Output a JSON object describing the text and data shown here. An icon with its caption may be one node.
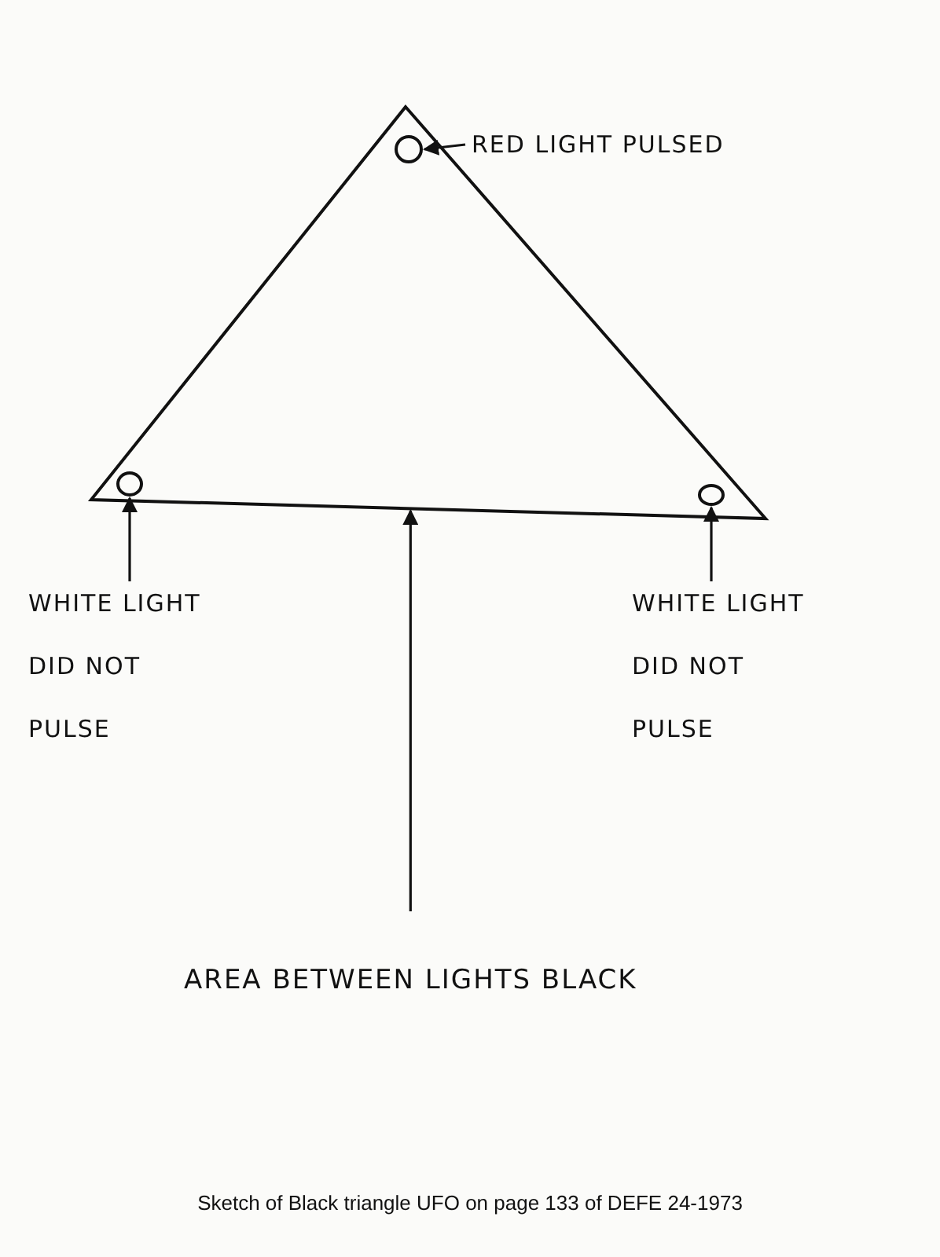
{
  "diagram": {
    "caption": "Sketch of Black triangle UFO on page 133 of DEFE 24-1973",
    "nodes": [
      {
        "text": [],
        "shape": "triangle"
      },
      {
        "text": [],
        "shape": "circle",
        "in": 0
      },
      {
        "text": [],
        "shape": "circle",
        "in": 0
      },
      {
        "text": [],
        "shape": "circle",
        "in": 0
      },
      {
        "text": [
          "RED LIGHT PULSED"
        ]
      },
      {
        "text": [
          "WHITE LIGHT DID NOT PULSE"
        ]
      },
      {
        "text": [
          "WHITE LIGHT DID NOT PULSE"
        ]
      },
      {
        "text": [
          "AREA BETWEEN LIGHTS BLACK"
        ]
      }
    ],
    "edges": [
      {
        "from": 4,
        "to": 1,
        "arrow": "to"
      },
      {
        "from": 5,
        "to": 2,
        "arrow": "to"
      },
      {
        "from": 6,
        "to": 3,
        "arrow": "to"
      },
      {
        "from": 7,
        "to": 0,
        "arrow": "to"
      }
    ]
  }
}
